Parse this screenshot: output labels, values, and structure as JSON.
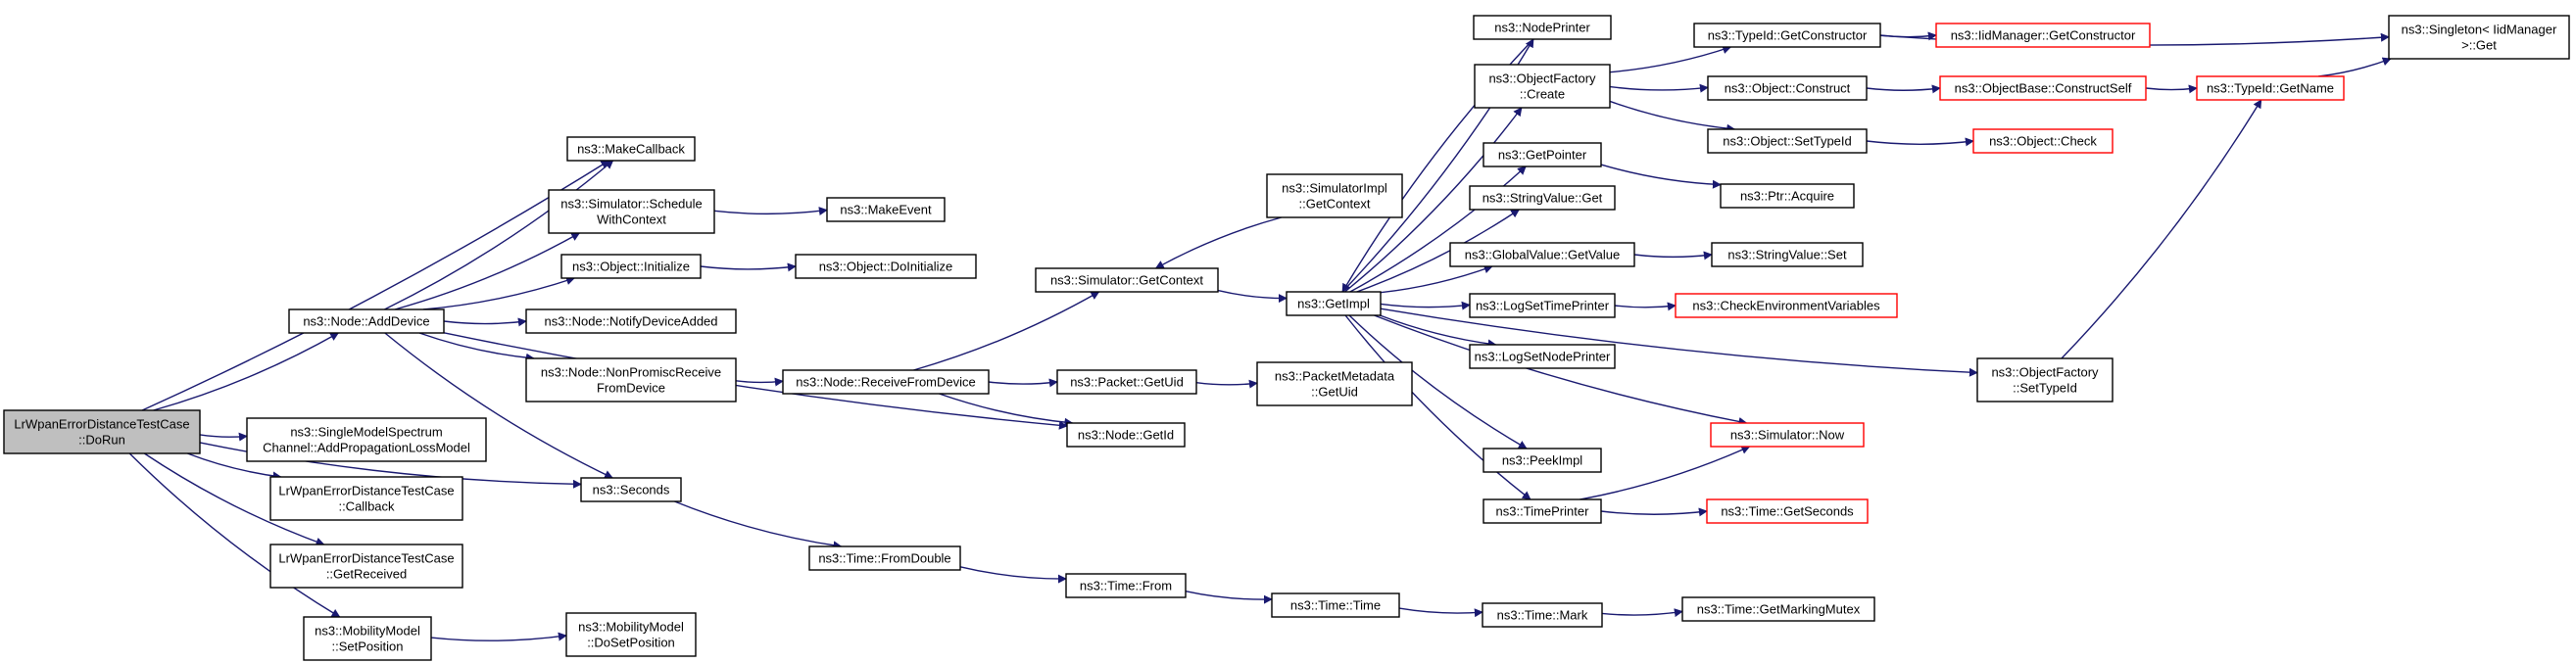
{
  "graph": {
    "colors": {
      "edge": "#191970",
      "border_normal": "#000000",
      "border_truncated": "#ff0000",
      "root_fill": "#bfbfbf",
      "fill": "#ffffff"
    },
    "nodes": [
      {
        "id": "root",
        "lines": [
          "LrWpanErrorDistanceTestCase",
          "::DoRun"
        ],
        "style": "root"
      },
      {
        "id": "addDevice",
        "lines": [
          "ns3::Node::AddDevice"
        ],
        "style": "normal"
      },
      {
        "id": "makeCallback",
        "lines": [
          "ns3::MakeCallback"
        ],
        "style": "normal"
      },
      {
        "id": "scheduleWithContext",
        "lines": [
          "ns3::Simulator::Schedule",
          "WithContext"
        ],
        "style": "normal"
      },
      {
        "id": "makeEvent",
        "lines": [
          "ns3::MakeEvent"
        ],
        "style": "normal"
      },
      {
        "id": "objInitialize",
        "lines": [
          "ns3::Object::Initialize"
        ],
        "style": "normal"
      },
      {
        "id": "objDoInitialize",
        "lines": [
          "ns3::Object::DoInitialize"
        ],
        "style": "normal"
      },
      {
        "id": "notifyDeviceAdded",
        "lines": [
          "ns3::Node::NotifyDeviceAdded"
        ],
        "style": "normal"
      },
      {
        "id": "nonPromisc",
        "lines": [
          "ns3::Node::NonPromiscReceive",
          "FromDevice"
        ],
        "style": "normal"
      },
      {
        "id": "receiveFromDevice",
        "lines": [
          "ns3::Node::ReceiveFromDevice"
        ],
        "style": "normal"
      },
      {
        "id": "simGetContext",
        "lines": [
          "ns3::Simulator::GetContext"
        ],
        "style": "normal"
      },
      {
        "id": "simImplGetContext",
        "lines": [
          "ns3::SimulatorImpl",
          "::GetContext"
        ],
        "style": "normal"
      },
      {
        "id": "packetGetUid",
        "lines": [
          "ns3::Packet::GetUid"
        ],
        "style": "normal"
      },
      {
        "id": "packetMetaGetUid",
        "lines": [
          "ns3::PacketMetadata",
          "::GetUid"
        ],
        "style": "normal"
      },
      {
        "id": "nodeGetId",
        "lines": [
          "ns3::Node::GetId"
        ],
        "style": "normal"
      },
      {
        "id": "singleModel",
        "lines": [
          "ns3::SingleModelSpectrum",
          "Channel::AddPropagationLossModel"
        ],
        "style": "normal"
      },
      {
        "id": "callback",
        "lines": [
          "LrWpanErrorDistanceTestCase",
          "::Callback"
        ],
        "style": "normal"
      },
      {
        "id": "getReceived",
        "lines": [
          "LrWpanErrorDistanceTestCase",
          "::GetReceived"
        ],
        "style": "normal"
      },
      {
        "id": "setPosition",
        "lines": [
          "ns3::MobilityModel",
          "::SetPosition"
        ],
        "style": "normal"
      },
      {
        "id": "doSetPosition",
        "lines": [
          "ns3::MobilityModel",
          "::DoSetPosition"
        ],
        "style": "normal"
      },
      {
        "id": "seconds",
        "lines": [
          "ns3::Seconds"
        ],
        "style": "normal"
      },
      {
        "id": "fromDouble",
        "lines": [
          "ns3::Time::FromDouble"
        ],
        "style": "normal"
      },
      {
        "id": "timeFrom",
        "lines": [
          "ns3::Time::From"
        ],
        "style": "normal"
      },
      {
        "id": "timeTime",
        "lines": [
          "ns3::Time::Time"
        ],
        "style": "normal"
      },
      {
        "id": "timeMark",
        "lines": [
          "ns3::Time::Mark"
        ],
        "style": "normal"
      },
      {
        "id": "getMarkingMutex",
        "lines": [
          "ns3::Time::GetMarkingMutex"
        ],
        "style": "normal"
      },
      {
        "id": "getImpl",
        "lines": [
          "ns3::GetImpl"
        ],
        "style": "normal"
      },
      {
        "id": "nodePrinter",
        "lines": [
          "ns3::NodePrinter"
        ],
        "style": "normal"
      },
      {
        "id": "objFactoryCreate",
        "lines": [
          "ns3::ObjectFactory",
          "::Create"
        ],
        "style": "normal"
      },
      {
        "id": "typeIdGetConstructor",
        "lines": [
          "ns3::TypeId::GetConstructor"
        ],
        "style": "normal"
      },
      {
        "id": "iidGetConstructor",
        "lines": [
          "ns3::IidManager::GetConstructor"
        ],
        "style": "truncated"
      },
      {
        "id": "singletonGet",
        "lines": [
          "ns3::Singleton< IidManager",
          ">::Get"
        ],
        "style": "normal"
      },
      {
        "id": "objConstruct",
        "lines": [
          "ns3::Object::Construct"
        ],
        "style": "normal"
      },
      {
        "id": "objBaseConstructSelf",
        "lines": [
          "ns3::ObjectBase::ConstructSelf"
        ],
        "style": "truncated"
      },
      {
        "id": "typeIdGetName",
        "lines": [
          "ns3::TypeId::GetName"
        ],
        "style": "truncated"
      },
      {
        "id": "objSetTypeId",
        "lines": [
          "ns3::Object::SetTypeId"
        ],
        "style": "normal"
      },
      {
        "id": "objCheck",
        "lines": [
          "ns3::Object::Check"
        ],
        "style": "truncated"
      },
      {
        "id": "getPointer",
        "lines": [
          "ns3::GetPointer"
        ],
        "style": "normal"
      },
      {
        "id": "ptrAcquire",
        "lines": [
          "ns3::Ptr::Acquire"
        ],
        "style": "normal"
      },
      {
        "id": "stringValueGet",
        "lines": [
          "ns3::StringValue::Get"
        ],
        "style": "normal"
      },
      {
        "id": "globalValueGetValue",
        "lines": [
          "ns3::GlobalValue::GetValue"
        ],
        "style": "normal"
      },
      {
        "id": "stringValueSet",
        "lines": [
          "ns3::StringValue::Set"
        ],
        "style": "normal"
      },
      {
        "id": "logSetTimePrinter",
        "lines": [
          "ns3::LogSetTimePrinter"
        ],
        "style": "normal"
      },
      {
        "id": "checkEnvVars",
        "lines": [
          "ns3::CheckEnvironmentVariables"
        ],
        "style": "truncated"
      },
      {
        "id": "logSetNodePrinter",
        "lines": [
          "ns3::LogSetNodePrinter"
        ],
        "style": "normal"
      },
      {
        "id": "simNow",
        "lines": [
          "ns3::Simulator::Now"
        ],
        "style": "truncated"
      },
      {
        "id": "peekImpl",
        "lines": [
          "ns3::PeekImpl"
        ],
        "style": "normal"
      },
      {
        "id": "timePrinter",
        "lines": [
          "ns3::TimePrinter"
        ],
        "style": "normal"
      },
      {
        "id": "timeGetSeconds",
        "lines": [
          "ns3::Time::GetSeconds"
        ],
        "style": "truncated"
      },
      {
        "id": "objFactorySetTypeId",
        "lines": [
          "ns3::ObjectFactory",
          "::SetTypeId"
        ],
        "style": "normal"
      }
    ],
    "edges": [
      [
        "root",
        "addDevice"
      ],
      [
        "root",
        "makeCallback"
      ],
      [
        "root",
        "singleModel"
      ],
      [
        "root",
        "callback"
      ],
      [
        "root",
        "getReceived"
      ],
      [
        "root",
        "setPosition"
      ],
      [
        "root",
        "seconds"
      ],
      [
        "addDevice",
        "makeCallback"
      ],
      [
        "addDevice",
        "scheduleWithContext"
      ],
      [
        "addDevice",
        "objInitialize"
      ],
      [
        "addDevice",
        "notifyDeviceAdded"
      ],
      [
        "addDevice",
        "nonPromisc"
      ],
      [
        "addDevice",
        "nodeGetId"
      ],
      [
        "addDevice",
        "seconds"
      ],
      [
        "scheduleWithContext",
        "makeEvent"
      ],
      [
        "objInitialize",
        "objDoInitialize"
      ],
      [
        "nonPromisc",
        "receiveFromDevice"
      ],
      [
        "receiveFromDevice",
        "simGetContext"
      ],
      [
        "receiveFromDevice",
        "packetGetUid"
      ],
      [
        "receiveFromDevice",
        "nodeGetId"
      ],
      [
        "packetGetUid",
        "packetMetaGetUid"
      ],
      [
        "simGetContext",
        "getImpl"
      ],
      [
        "simImplGetContext",
        "simGetContext"
      ],
      [
        "setPosition",
        "doSetPosition"
      ],
      [
        "seconds",
        "fromDouble"
      ],
      [
        "fromDouble",
        "timeFrom"
      ],
      [
        "timeFrom",
        "timeTime"
      ],
      [
        "timeTime",
        "timeMark"
      ],
      [
        "timeMark",
        "getMarkingMutex"
      ],
      [
        "getImpl",
        "nodePrinter"
      ],
      [
        "getImpl",
        "objFactoryCreate"
      ],
      [
        "getImpl",
        "getPointer"
      ],
      [
        "getImpl",
        "stringValueGet"
      ],
      [
        "getImpl",
        "globalValueGetValue"
      ],
      [
        "getImpl",
        "logSetTimePrinter"
      ],
      [
        "getImpl",
        "logSetNodePrinter"
      ],
      [
        "getImpl",
        "simNow"
      ],
      [
        "getImpl",
        "peekImpl"
      ],
      [
        "getImpl",
        "timePrinter"
      ],
      [
        "getImpl",
        "objFactorySetTypeId"
      ],
      [
        "nodePrinter",
        "getImpl"
      ],
      [
        "objFactoryCreate",
        "typeIdGetConstructor"
      ],
      [
        "objFactoryCreate",
        "objConstruct"
      ],
      [
        "objFactoryCreate",
        "objSetTypeId"
      ],
      [
        "typeIdGetConstructor",
        "iidGetConstructor"
      ],
      [
        "typeIdGetConstructor",
        "singletonGet"
      ],
      [
        "objConstruct",
        "objBaseConstructSelf"
      ],
      [
        "objBaseConstructSelf",
        "typeIdGetName"
      ],
      [
        "typeIdGetName",
        "singletonGet"
      ],
      [
        "objSetTypeId",
        "objCheck"
      ],
      [
        "getPointer",
        "ptrAcquire"
      ],
      [
        "globalValueGetValue",
        "stringValueSet"
      ],
      [
        "logSetTimePrinter",
        "checkEnvVars"
      ],
      [
        "timePrinter",
        "simNow"
      ],
      [
        "timePrinter",
        "timeGetSeconds"
      ],
      [
        "objFactorySetTypeId",
        "typeIdGetName"
      ]
    ]
  }
}
